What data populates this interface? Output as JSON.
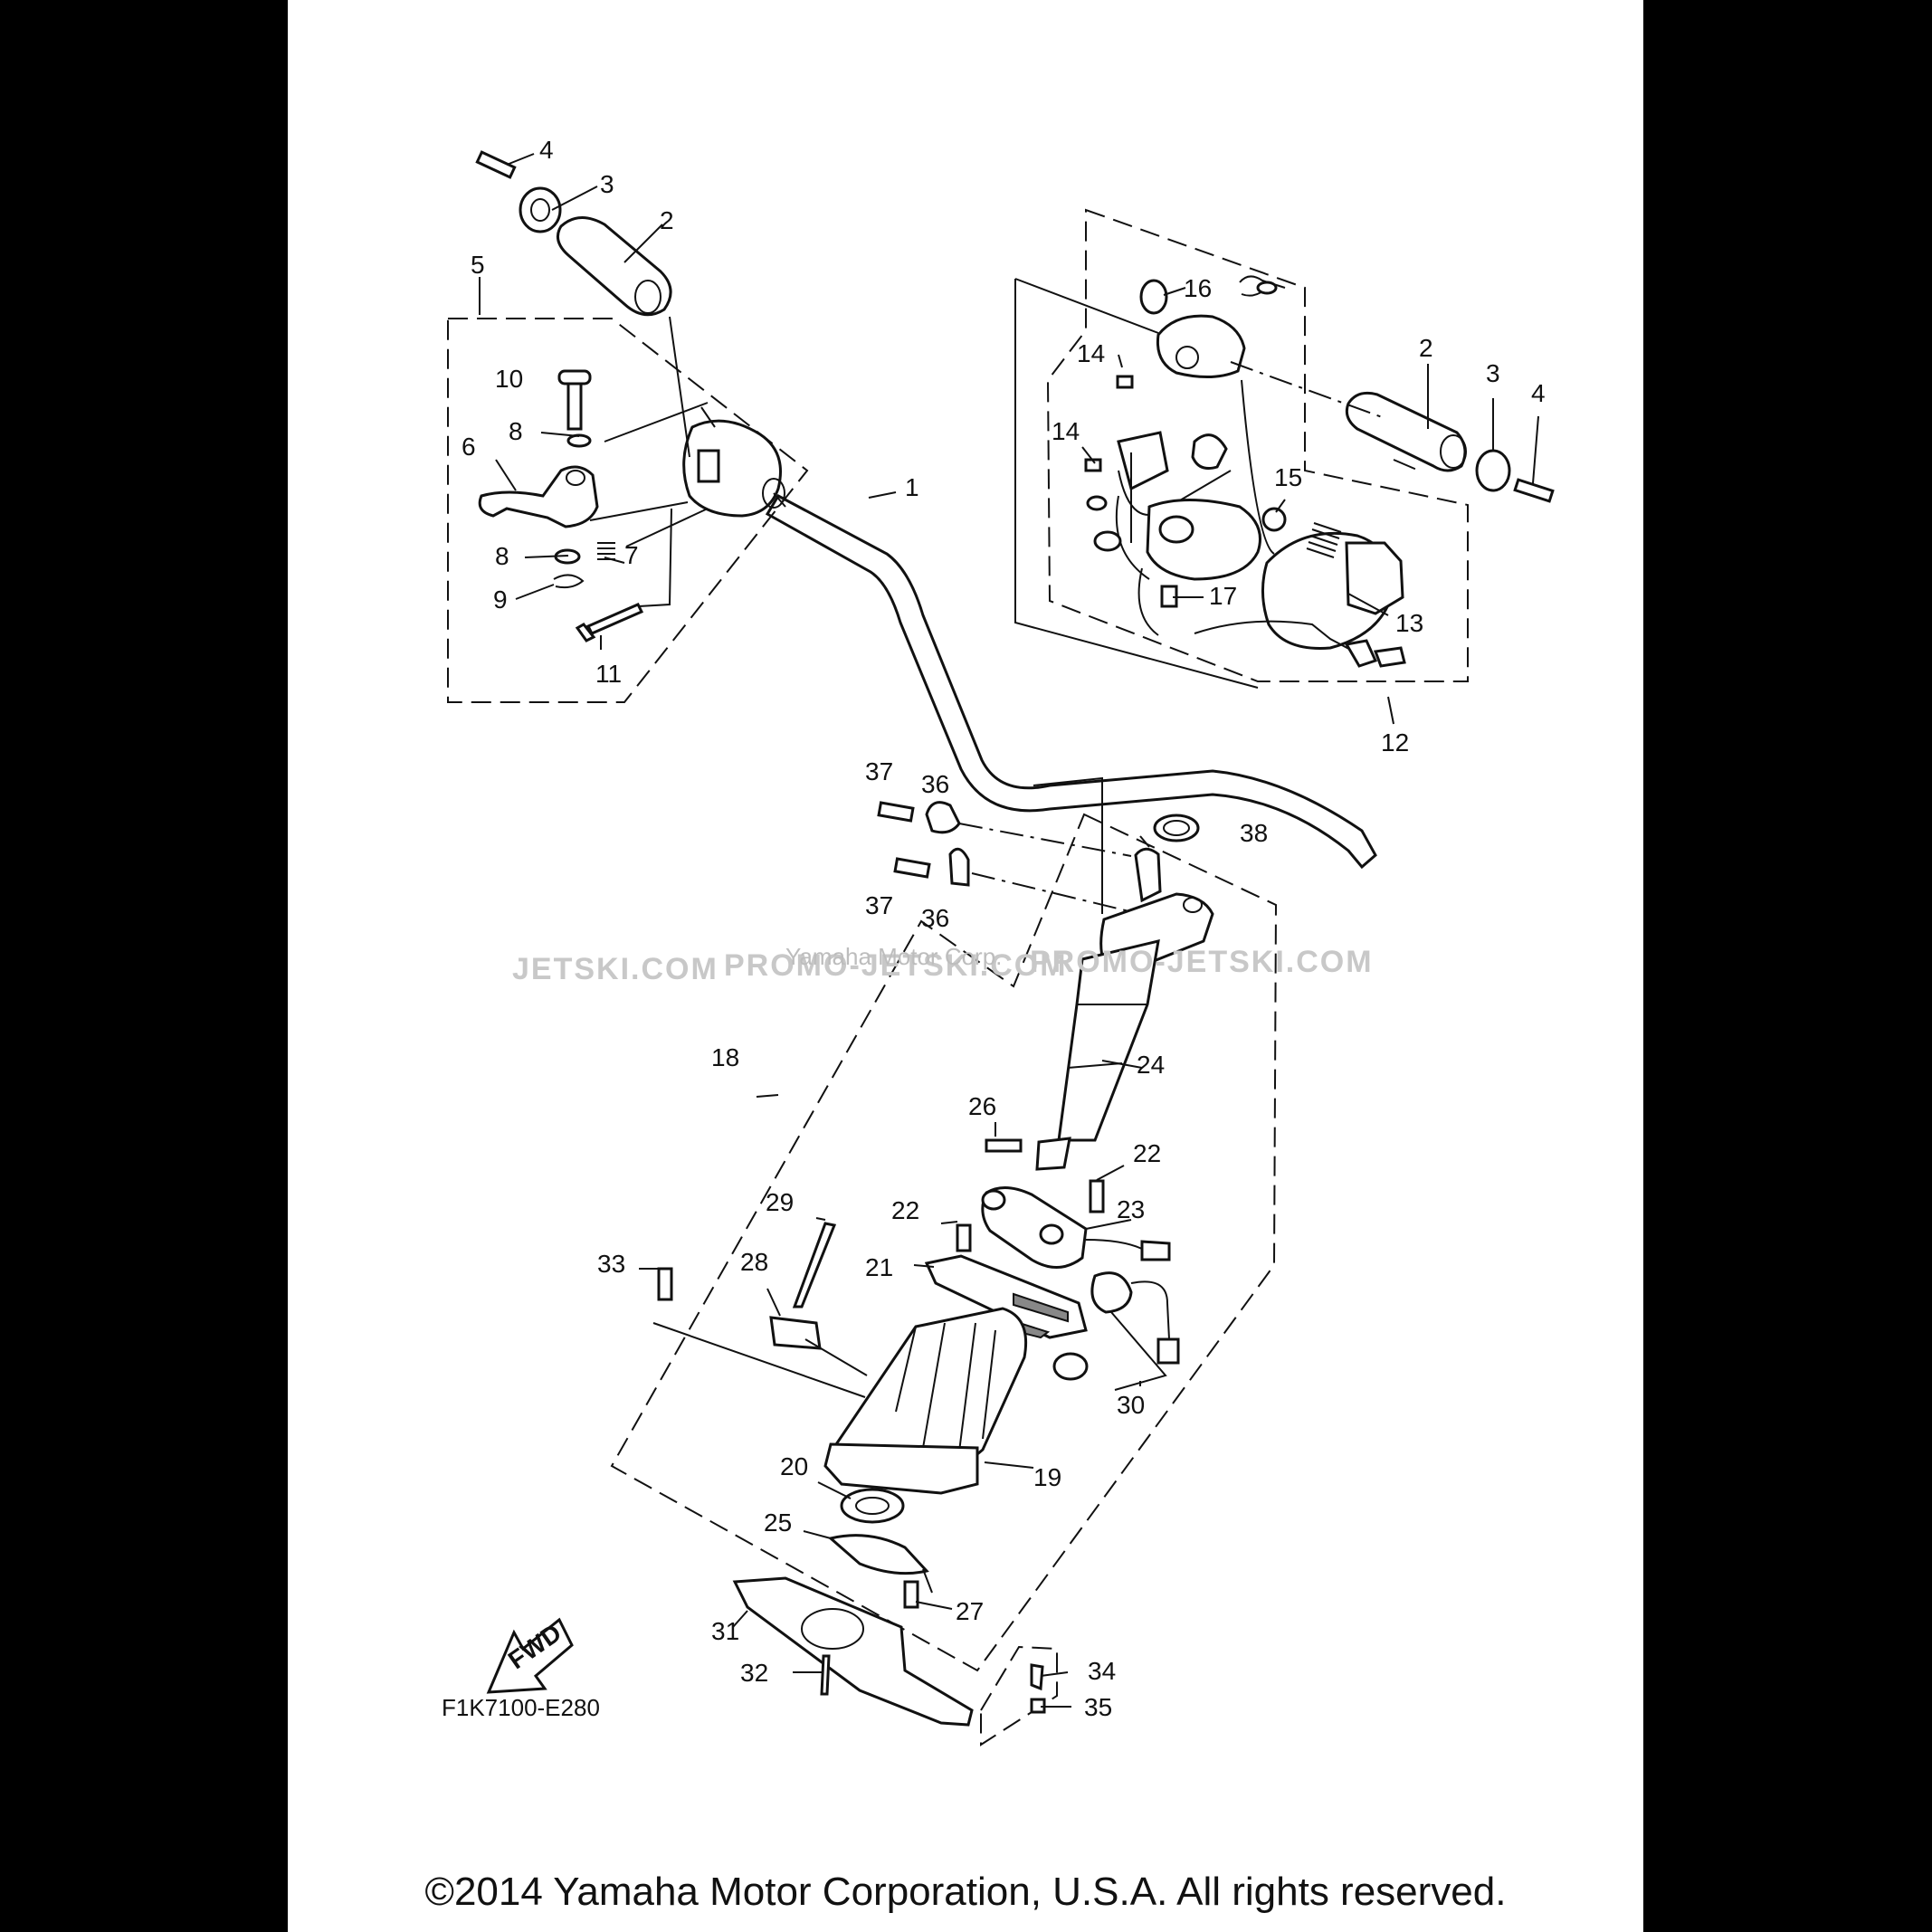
{
  "diagram": {
    "code": "F1K7100-E280",
    "fwd_label": "FWD",
    "watermarks": [
      "JETSKI.COM",
      "PROMO-JETSKI.COM",
      "PROMO-JETSKI.COM"
    ],
    "watermark_small": "Yamaha Motor Corp.",
    "copyright": "©2014 Yamaha Motor Corporation, U.S.A. All rights reserved.",
    "callouts": [
      "1",
      "2",
      "3",
      "4",
      "5",
      "6",
      "7",
      "8",
      "8",
      "9",
      "10",
      "11",
      "2",
      "3",
      "4",
      "12",
      "13",
      "14",
      "14",
      "15",
      "16",
      "17",
      "18",
      "19",
      "20",
      "21",
      "22",
      "22",
      "23",
      "24",
      "25",
      "26",
      "27",
      "28",
      "29",
      "30",
      "31",
      "32",
      "33",
      "34",
      "35",
      "36",
      "36",
      "37",
      "37",
      "38"
    ]
  }
}
